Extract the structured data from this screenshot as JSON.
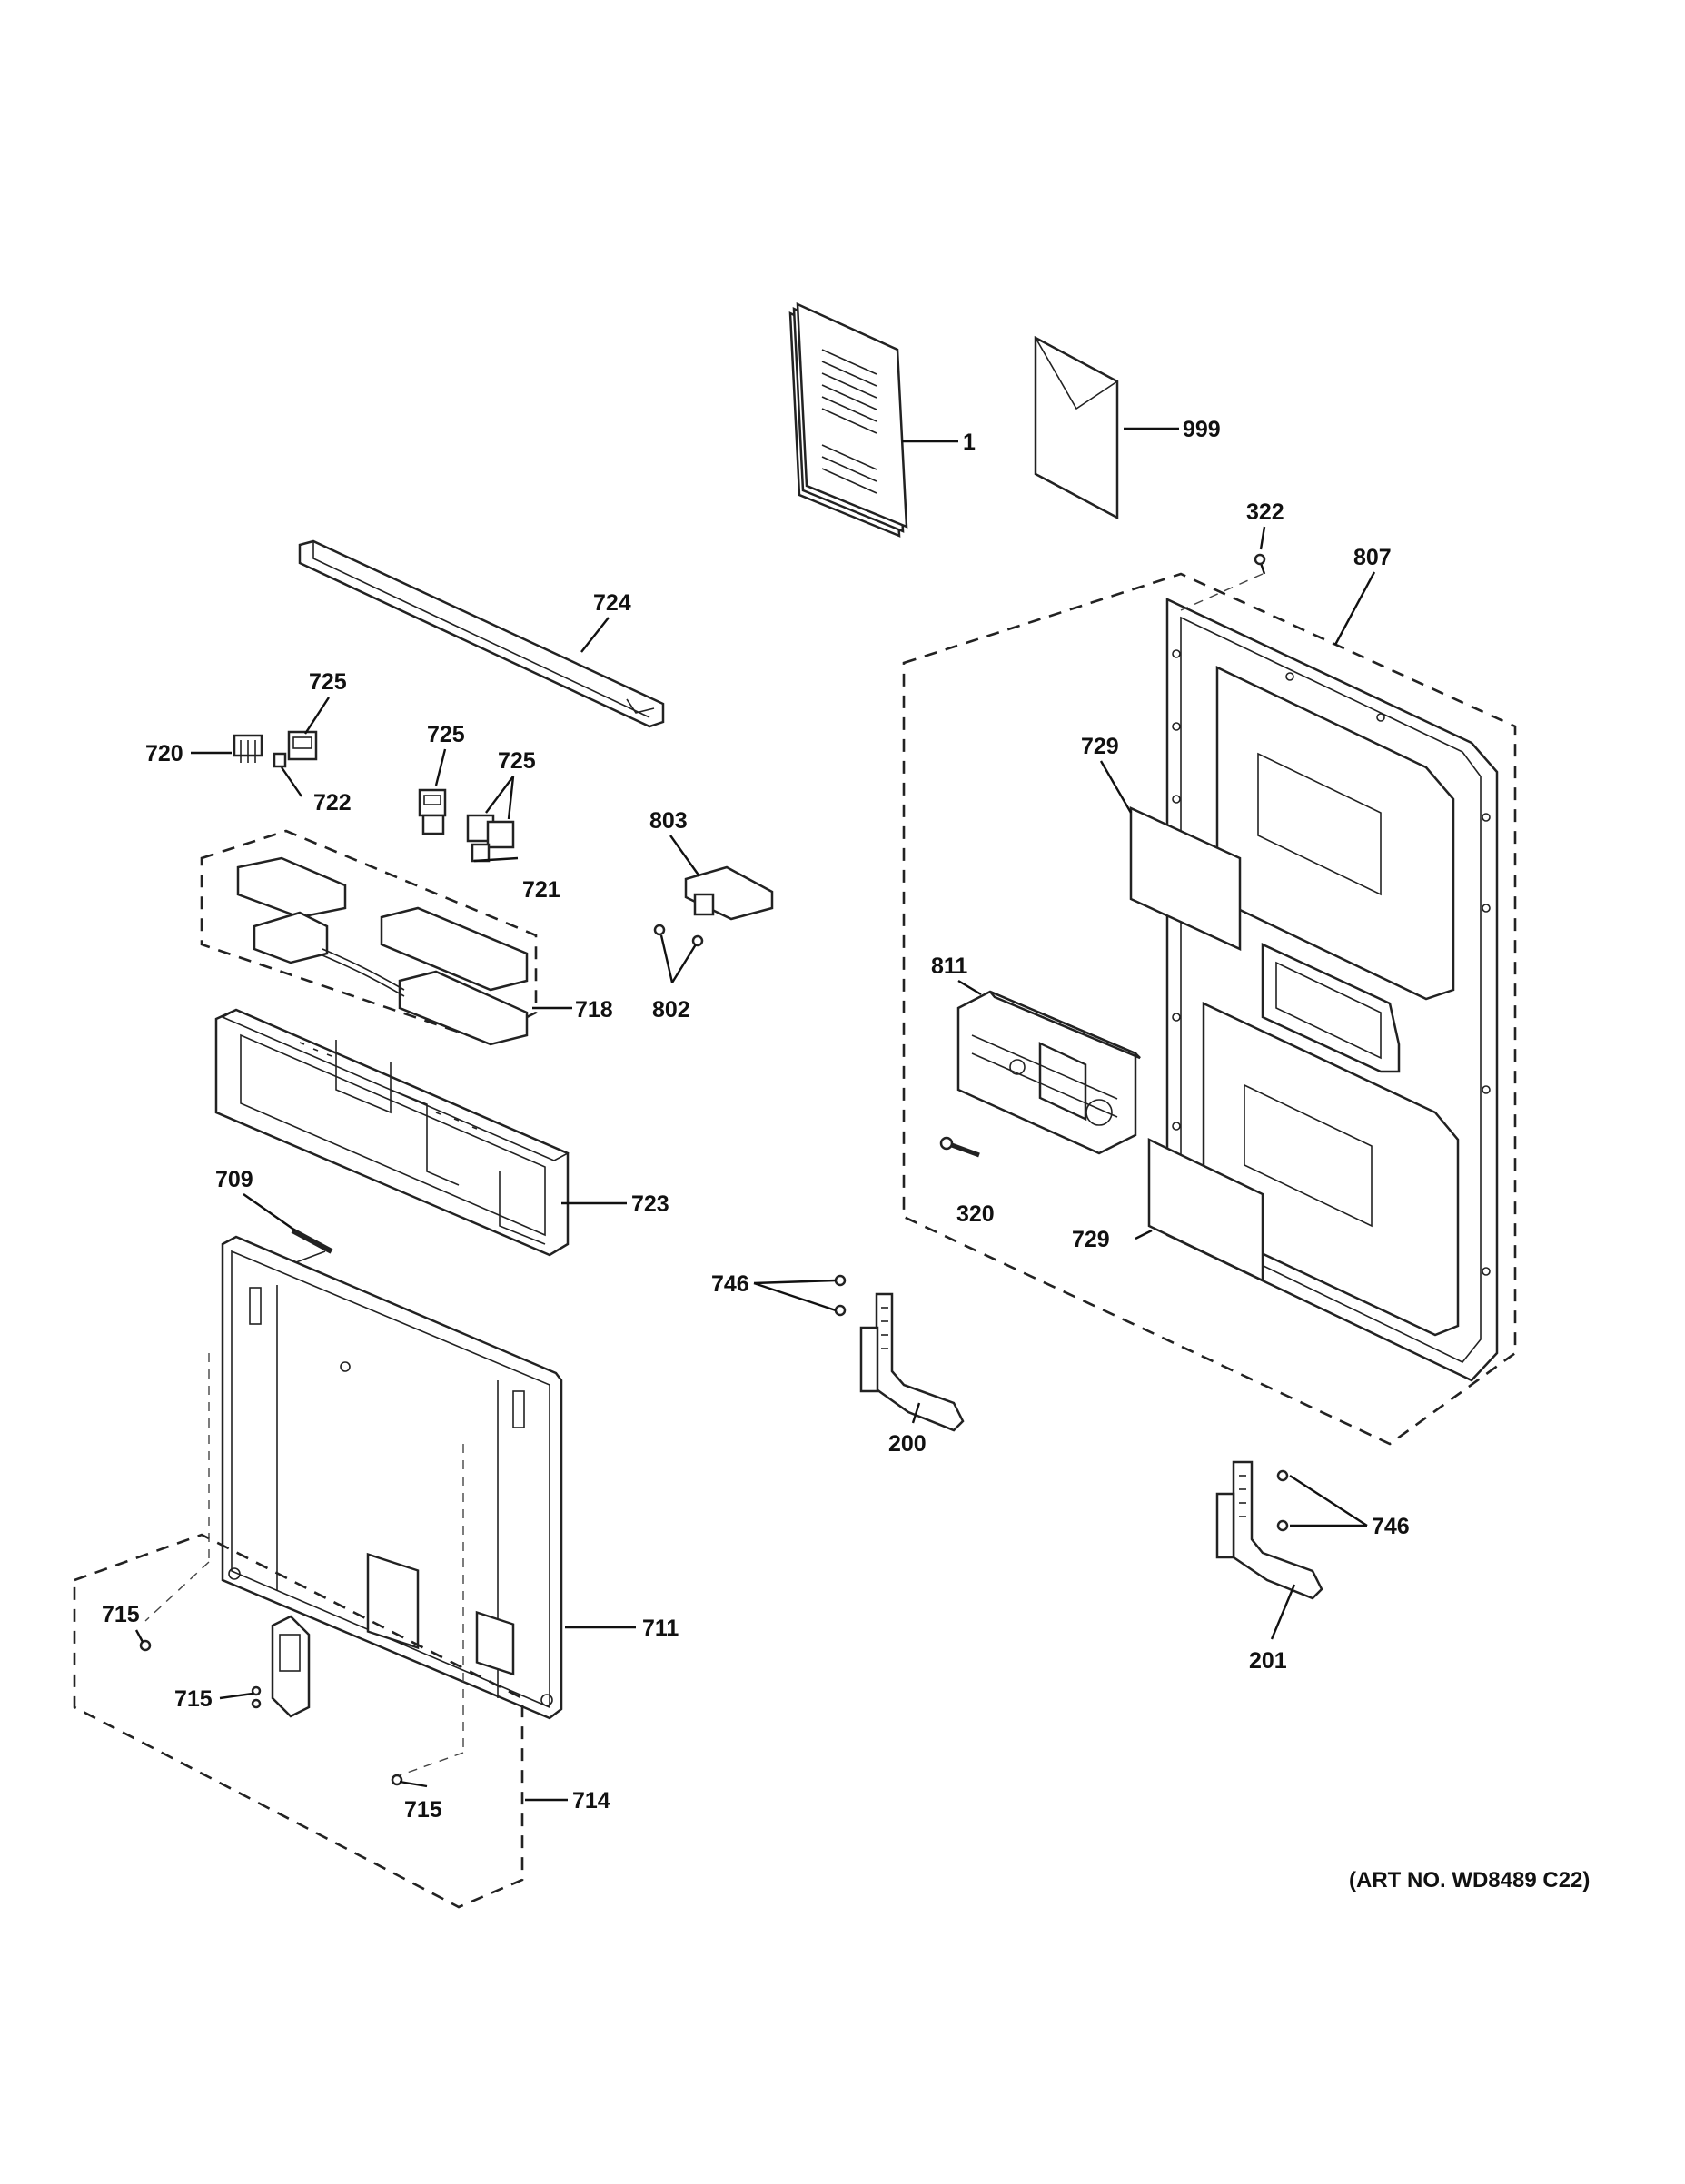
{
  "diagram": {
    "callouts": {
      "p1": "1",
      "p999": "999",
      "p322": "322",
      "p807": "807",
      "p724": "724",
      "p725a": "725",
      "p725b": "725",
      "p725c": "725",
      "p720": "720",
      "p722": "722",
      "p721": "721",
      "p803": "803",
      "p729a": "729",
      "p729b": "729",
      "p718": "718",
      "p802": "802",
      "p811": "811",
      "p723": "723",
      "p709": "709",
      "p320": "320",
      "p746a": "746",
      "p746b": "746",
      "p200": "200",
      "p201": "201",
      "p711": "711",
      "p715a": "715",
      "p715b": "715",
      "p715c": "715",
      "p714": "714"
    },
    "art_number": "(ART NO. WD8489 C22)"
  }
}
